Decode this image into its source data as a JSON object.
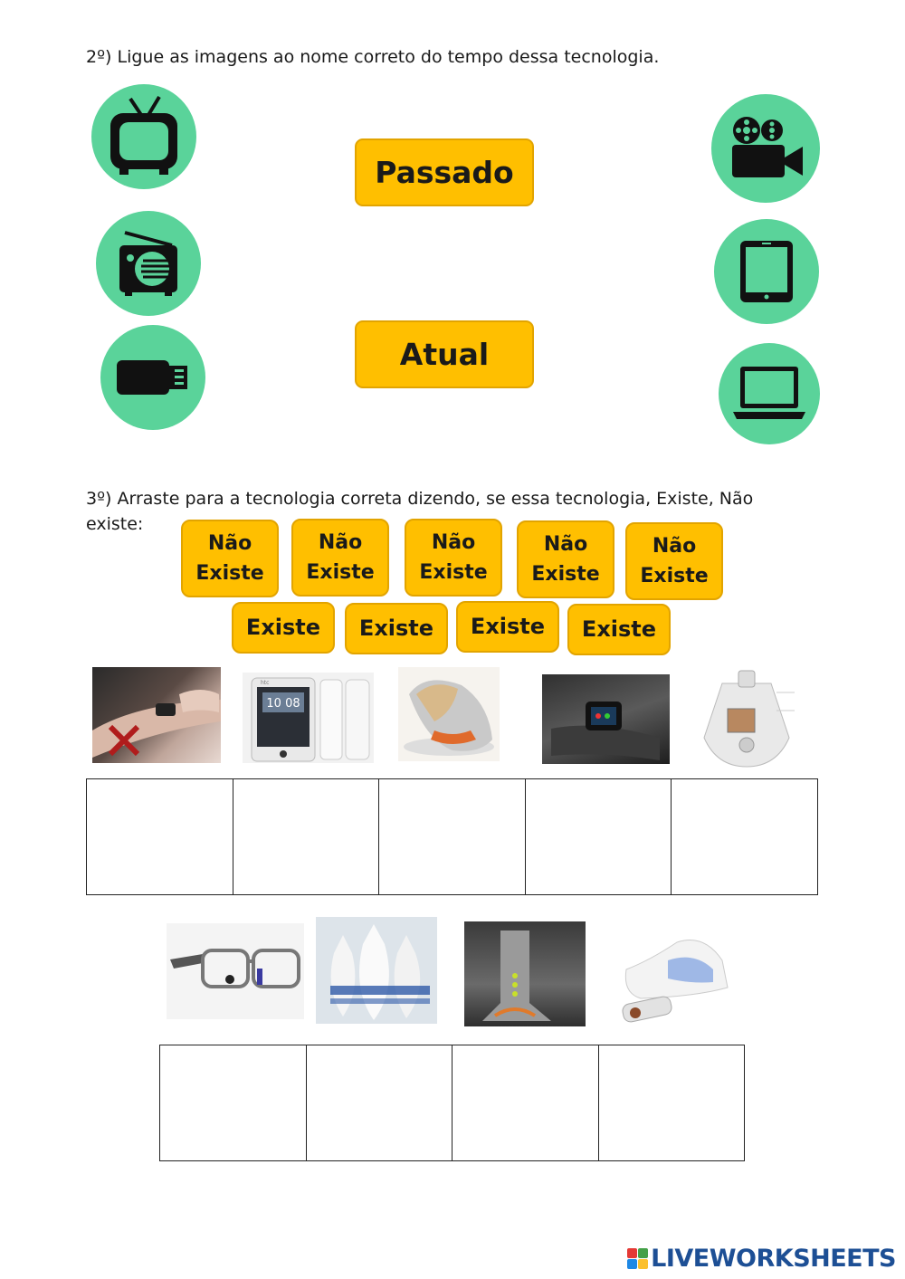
{
  "question2": "2º) Ligue as imagens ao nome correto do tempo dessa tecnologia.",
  "time_labels": {
    "past": "Passado",
    "current": "Atual"
  },
  "question3": "3º) Arraste para a tecnologia correta dizendo, se essa tecnologia, Existe, Não existe:",
  "chips_row1": [
    {
      "line1": "Não",
      "line2": "Existe"
    },
    {
      "line1": "Não",
      "line2": "Existe"
    },
    {
      "line1": "Não",
      "line2": "Existe"
    },
    {
      "line1": "Não",
      "line2": "Existe"
    },
    {
      "line1": "Não",
      "line2": "Existe"
    }
  ],
  "chips_row2": [
    "Existe",
    "Existe",
    "Existe",
    "Existe"
  ],
  "phone_screen_time": "10 08",
  "phone_brand": "htc",
  "colors": {
    "circle": "#5ad39a",
    "button": "#ffbf00",
    "logo": "#1d4f95"
  },
  "icons_left": [
    "tv-icon",
    "radio-icon",
    "usb-drive-icon"
  ],
  "icons_right": [
    "movie-camera-icon",
    "tablet-icon",
    "laptop-icon"
  ],
  "logo": {
    "text": "LIVEWORKSHEETS"
  }
}
